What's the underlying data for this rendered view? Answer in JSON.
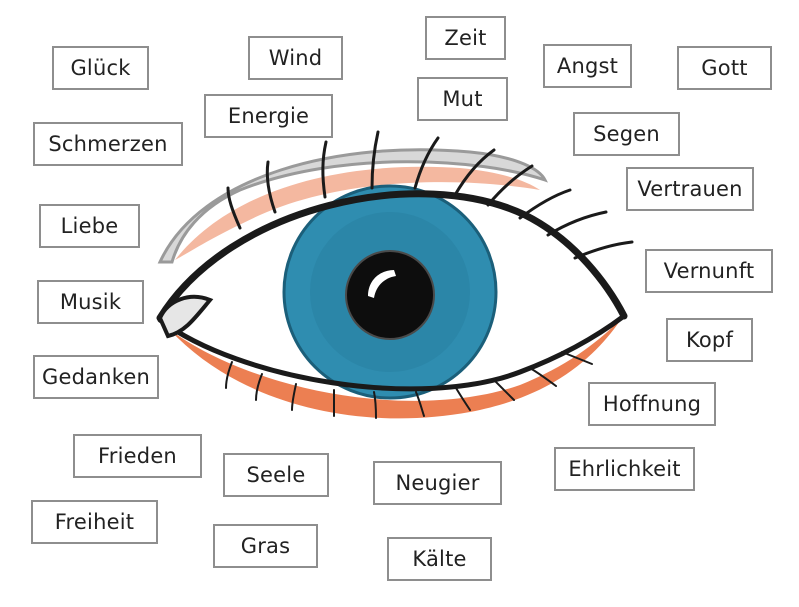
{
  "words": [
    "Glück",
    "Wind",
    "Zeit",
    "Angst",
    "Gott",
    "Energie",
    "Mut",
    "Schmerzen",
    "Segen",
    "Vertrauen",
    "Liebe",
    "Vernunft",
    "Musik",
    "Kopf",
    "Gedanken",
    "Hoffnung",
    "Frieden",
    "Seele",
    "Neugier",
    "Ehrlichkeit",
    "Freiheit",
    "Gras",
    "Kälte"
  ],
  "colors": {
    "iris": "#2f8db0",
    "iris_dark": "#1f6f8f",
    "pupil": "#0d0d0d",
    "lower_lid": "#ec7f52",
    "upper_lid_shadow": "#f2b7a0",
    "brow": "#d4d4d4",
    "outline": "#1a1a1a",
    "box_border": "#8e8e8e"
  },
  "icons": {
    "eye": "eye-illustration"
  }
}
